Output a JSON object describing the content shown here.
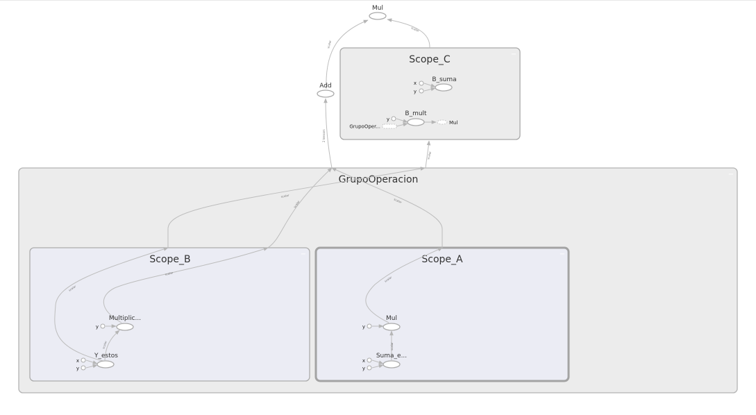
{
  "graph": {
    "top_nodes": {
      "mul": {
        "label": "Mul"
      },
      "add": {
        "label": "Add"
      }
    },
    "scopes": {
      "scope_c": {
        "title": "Scope_C",
        "collapse_glyph": "−",
        "nodes": {
          "b_suma": {
            "label": "B_suma",
            "inputs": [
              "x",
              "y"
            ]
          },
          "b_mult": {
            "label": "B_mult",
            "inputs": [
              "y"
            ],
            "external_input": "GrupoOper...",
            "external_output": "Mul"
          }
        }
      },
      "grupo_operacion": {
        "title": "GrupoOperacion",
        "collapse_glyph": "−"
      },
      "scope_b": {
        "title": "Scope_B",
        "collapse_glyph": "−",
        "nodes": {
          "multiplic": {
            "label": "Multiplic...",
            "inputs": [
              "y"
            ]
          },
          "y_estos": {
            "label": "Y_estos",
            "inputs": [
              "x",
              "y"
            ]
          }
        }
      },
      "scope_a": {
        "title": "Scope_A",
        "collapse_glyph": "−",
        "selected": true,
        "nodes": {
          "mul": {
            "label": "Mul",
            "inputs": [
              "y"
            ]
          },
          "suma_e": {
            "label": "Suma_e...",
            "inputs": [
              "x",
              "y"
            ]
          }
        }
      }
    },
    "edge_labels": {
      "add_to_mul": "scalar",
      "scopec_to_mul": "scalar",
      "grupo_to_add": "2 tensors",
      "grupo_to_scopec": "scalar",
      "scopeb_to_grupo_1": "scalar",
      "scopeb_to_grupo_2": "scalar",
      "scopea_to_grupo": "scalar",
      "yestos_up": "scalar",
      "multiplic_up": "scalar",
      "yestos_to_multiplic": "scalar",
      "mul_a_up": "scalar",
      "suma_to_mul": "scalar"
    },
    "colors": {
      "scope_fill": "#ececec",
      "inner_scope_fill": "#ebecf4",
      "scope_stroke": "#aaaaaa",
      "edge": "#bdbdbd"
    }
  }
}
